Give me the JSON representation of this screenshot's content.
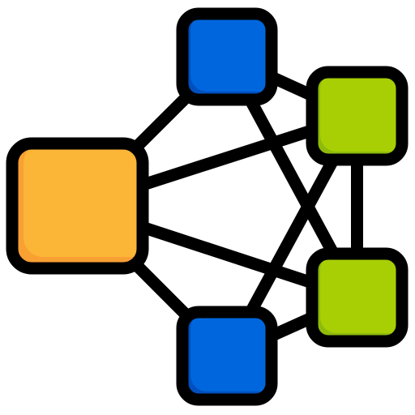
{
  "icon": {
    "name": "network-hub-icon",
    "outline_color": "#000000"
  },
  "nodes": [
    {
      "id": "hub",
      "kind": "square",
      "fill": "#FBB537",
      "shadow": "#F9A033"
    },
    {
      "id": "top",
      "kind": "square",
      "fill": "#0066DD",
      "shadow": "#004FBE"
    },
    {
      "id": "bottom",
      "kind": "square",
      "fill": "#0066DD",
      "shadow": "#004FBE"
    },
    {
      "id": "right-top",
      "kind": "square",
      "fill": "#A7CF04",
      "shadow": "#8EBB0B"
    },
    {
      "id": "right-bottom",
      "kind": "square",
      "fill": "#A7CF04",
      "shadow": "#8EBB0B"
    }
  ],
  "links": [
    {
      "from": "hub",
      "to": "top"
    },
    {
      "from": "hub",
      "to": "bottom"
    },
    {
      "from": "hub",
      "to": "right-top"
    },
    {
      "from": "hub",
      "to": "right-bottom"
    },
    {
      "from": "top",
      "to": "right-top"
    },
    {
      "from": "top",
      "to": "right-bottom"
    },
    {
      "from": "bottom",
      "to": "right-top"
    },
    {
      "from": "bottom",
      "to": "right-bottom"
    },
    {
      "from": "right-top",
      "to": "right-bottom"
    }
  ]
}
